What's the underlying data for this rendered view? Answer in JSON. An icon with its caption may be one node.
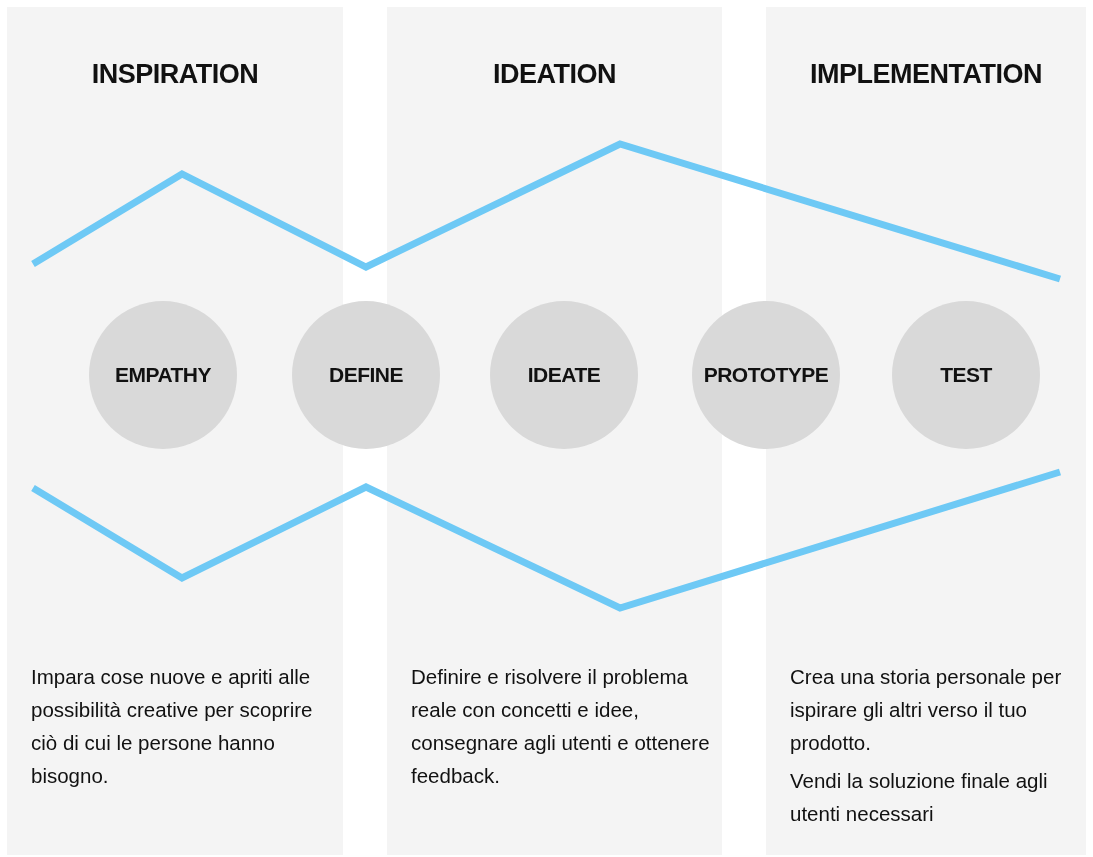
{
  "diagram": {
    "nodes": [
      {
        "text": [
          "INSPIRATION",
          "Impara cose nuove e apriti alle possibilità creative per scoprire ciò di cui le persone hanno bisogno."
        ]
      },
      {
        "text": [
          "IDEATION",
          "Definire e risolvere il problema reale con concetti e idee, consegnare agli utenti e ottenere feedback."
        ]
      },
      {
        "text": [
          "IMPLEMENTATION",
          "Crea una storia personale per ispirare gli altri verso il tuo prodotto.",
          "Vendi la soluzione finale agli utenti necessari"
        ]
      },
      {
        "text": [
          "EMPATHY"
        ],
        "in": 0
      },
      {
        "text": [
          "DEFINE"
        ]
      },
      {
        "text": [
          "IDEATE"
        ],
        "in": 1
      },
      {
        "text": [
          "PROTOTYPE"
        ]
      },
      {
        "text": [
          "TEST"
        ],
        "in": 2
      }
    ],
    "edges": []
  }
}
